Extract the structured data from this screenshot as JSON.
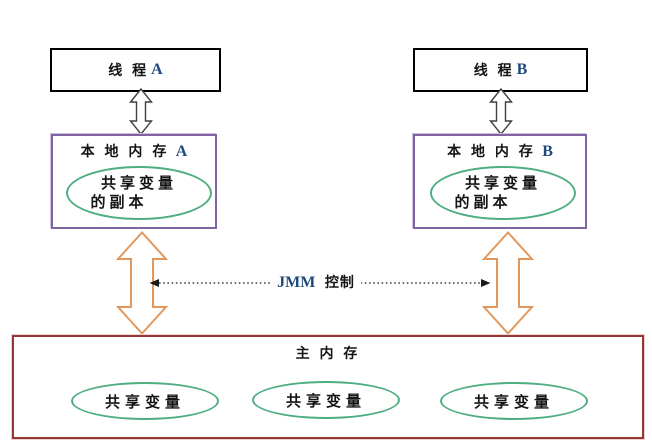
{
  "colors": {
    "thread_box_border": "#000000",
    "local_box_border": "#8064a2",
    "ellipse_green": "#4fae81",
    "main_box_border": "#953734",
    "main_box_halo": "#eed3d2",
    "orange_arrow": "#e2985c",
    "small_arrow": "#3f3f3f",
    "latin_blue": "#1f497d",
    "dotted_line": "#1a1a1a"
  },
  "diagram": {
    "thread_a": {
      "zh": "线 程",
      "latin": "A"
    },
    "thread_b": {
      "zh": "线 程",
      "latin": "B"
    },
    "local_memory_a": {
      "zh": "本 地 内 存",
      "latin": "A"
    },
    "local_memory_b": {
      "zh": "本 地 内 存",
      "latin": "B"
    },
    "copy_a": {
      "line1": "共享变量",
      "line2": "的副本"
    },
    "copy_b": {
      "line1": "共享变量",
      "line2": "的副本"
    },
    "jmm_label": {
      "latin": "JMM",
      "zh": "控制"
    },
    "main_memory": {
      "title": "主 内 存",
      "shared_vars": [
        "共享变量",
        "共享变量",
        "共享变量"
      ]
    }
  }
}
